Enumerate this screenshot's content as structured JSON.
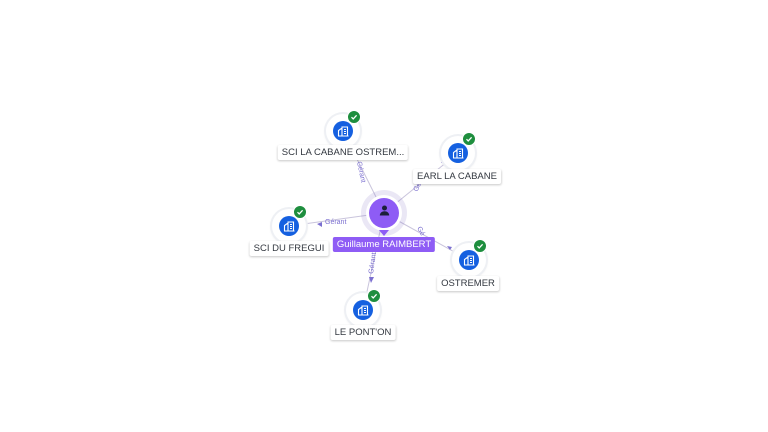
{
  "person": {
    "name": "Guillaume RAIMBERT",
    "icon": "person-icon",
    "color": "#8e5cf5"
  },
  "companies": [
    {
      "id": "sci-la-cabane",
      "label": "SCI LA CABANE OSTREM...",
      "icon": "building-icon",
      "status_icon": "check-icon"
    },
    {
      "id": "earl-la-cabane",
      "label": "EARL LA CABANE",
      "icon": "building-icon",
      "status_icon": "check-icon"
    },
    {
      "id": "sci-du-fregui",
      "label": "SCI DU FREGUI",
      "icon": "building-icon",
      "status_icon": "check-icon"
    },
    {
      "id": "ostremer",
      "label": "OSTREMER",
      "icon": "building-icon",
      "status_icon": "check-icon"
    },
    {
      "id": "le-pont-on",
      "label": "LE PONT'ON",
      "icon": "building-icon",
      "status_icon": "check-icon"
    }
  ],
  "edges": [
    {
      "to": "sci-la-cabane",
      "label": "Gérant"
    },
    {
      "to": "earl-la-cabane",
      "label": "Gérant"
    },
    {
      "to": "sci-du-fregui",
      "label": "Gérant"
    },
    {
      "to": "ostremer",
      "label": "Gé"
    },
    {
      "to": "le-pont-on",
      "label": "Gérant"
    }
  ],
  "colors": {
    "company": "#1560e0",
    "check": "#1e8e3e",
    "edge_label": "#7b6fd0"
  }
}
